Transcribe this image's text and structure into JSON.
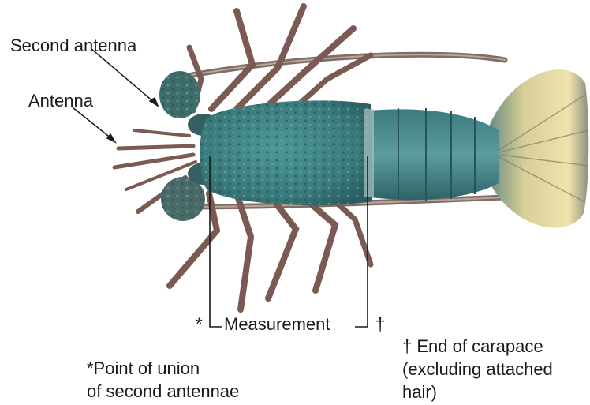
{
  "labels": {
    "second_antenna": "Second antenna",
    "antenna": "Antenna",
    "measurement": "Measurement",
    "asterisk": "*",
    "dagger": "†"
  },
  "notes": {
    "point_of_union": [
      "*Point of union",
      "of second antennae"
    ],
    "end_of_carapace": [
      "† End of carapace",
      "(excluding attached",
      "hair)"
    ]
  },
  "colors": {
    "shell_teal": "#3d7f80",
    "shell_dark": "#2b5e62",
    "leg_brown": "#7a5a52",
    "tail_cream": "#e9dca0",
    "line": "#1a1a1a"
  }
}
